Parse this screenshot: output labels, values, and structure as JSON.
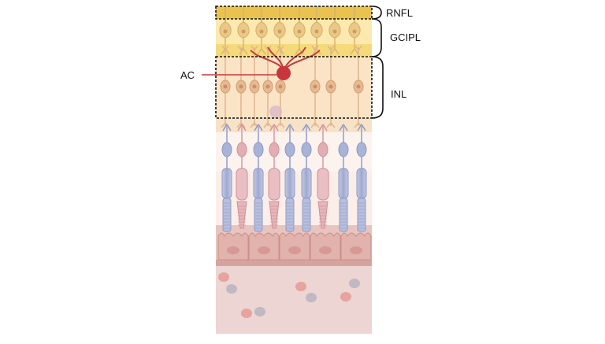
{
  "layers": [
    {
      "id": "rnfl",
      "label": "RNFL"
    },
    {
      "id": "gcipl",
      "label": "GCIPL"
    },
    {
      "id": "inl",
      "label": "INL"
    }
  ],
  "callout": {
    "label": "AC",
    "target": "amacrine cell"
  },
  "colors": {
    "rnfl": "#e9c24f",
    "gcipl": "#f6e29c",
    "ipl_band": "#f3d97a",
    "inl": "#fbe3c2",
    "opl": "#f8e1c6",
    "photoreceptors": "#fbf0ea",
    "rpe": "#e3b8b3",
    "choroid": "#ead2cf",
    "amacrine_cell": "#c8363b",
    "rod": "#aab4d6",
    "cone": "#e3b1b6"
  },
  "icons": [
    "amacrine-cell-icon",
    "ganglion-cell-icon",
    "bipolar-cell-icon",
    "rod-cell-icon",
    "cone-cell-icon",
    "rpe-cell-icon",
    "blood-cell-icon"
  ]
}
